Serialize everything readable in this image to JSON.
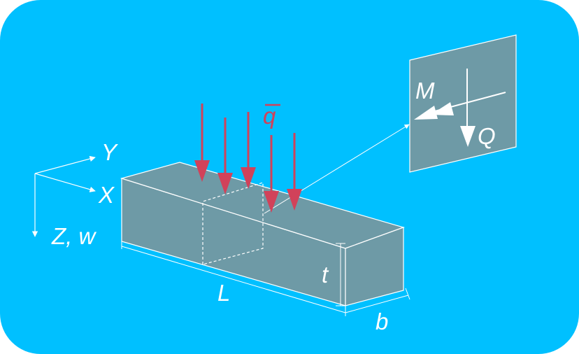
{
  "labels": {
    "axis_y": "Y",
    "axis_x": "X",
    "axis_z": "Z, w",
    "load": "q",
    "length": "L",
    "thickness": "t",
    "width": "b",
    "moment": "M",
    "shear": "Q"
  },
  "colors": {
    "background": "#00c0ff",
    "beam_fill": "#6e9aa6",
    "section_fill": "#6e9aa6",
    "line": "#ffffff",
    "load_arrows": "#d1425a"
  }
}
